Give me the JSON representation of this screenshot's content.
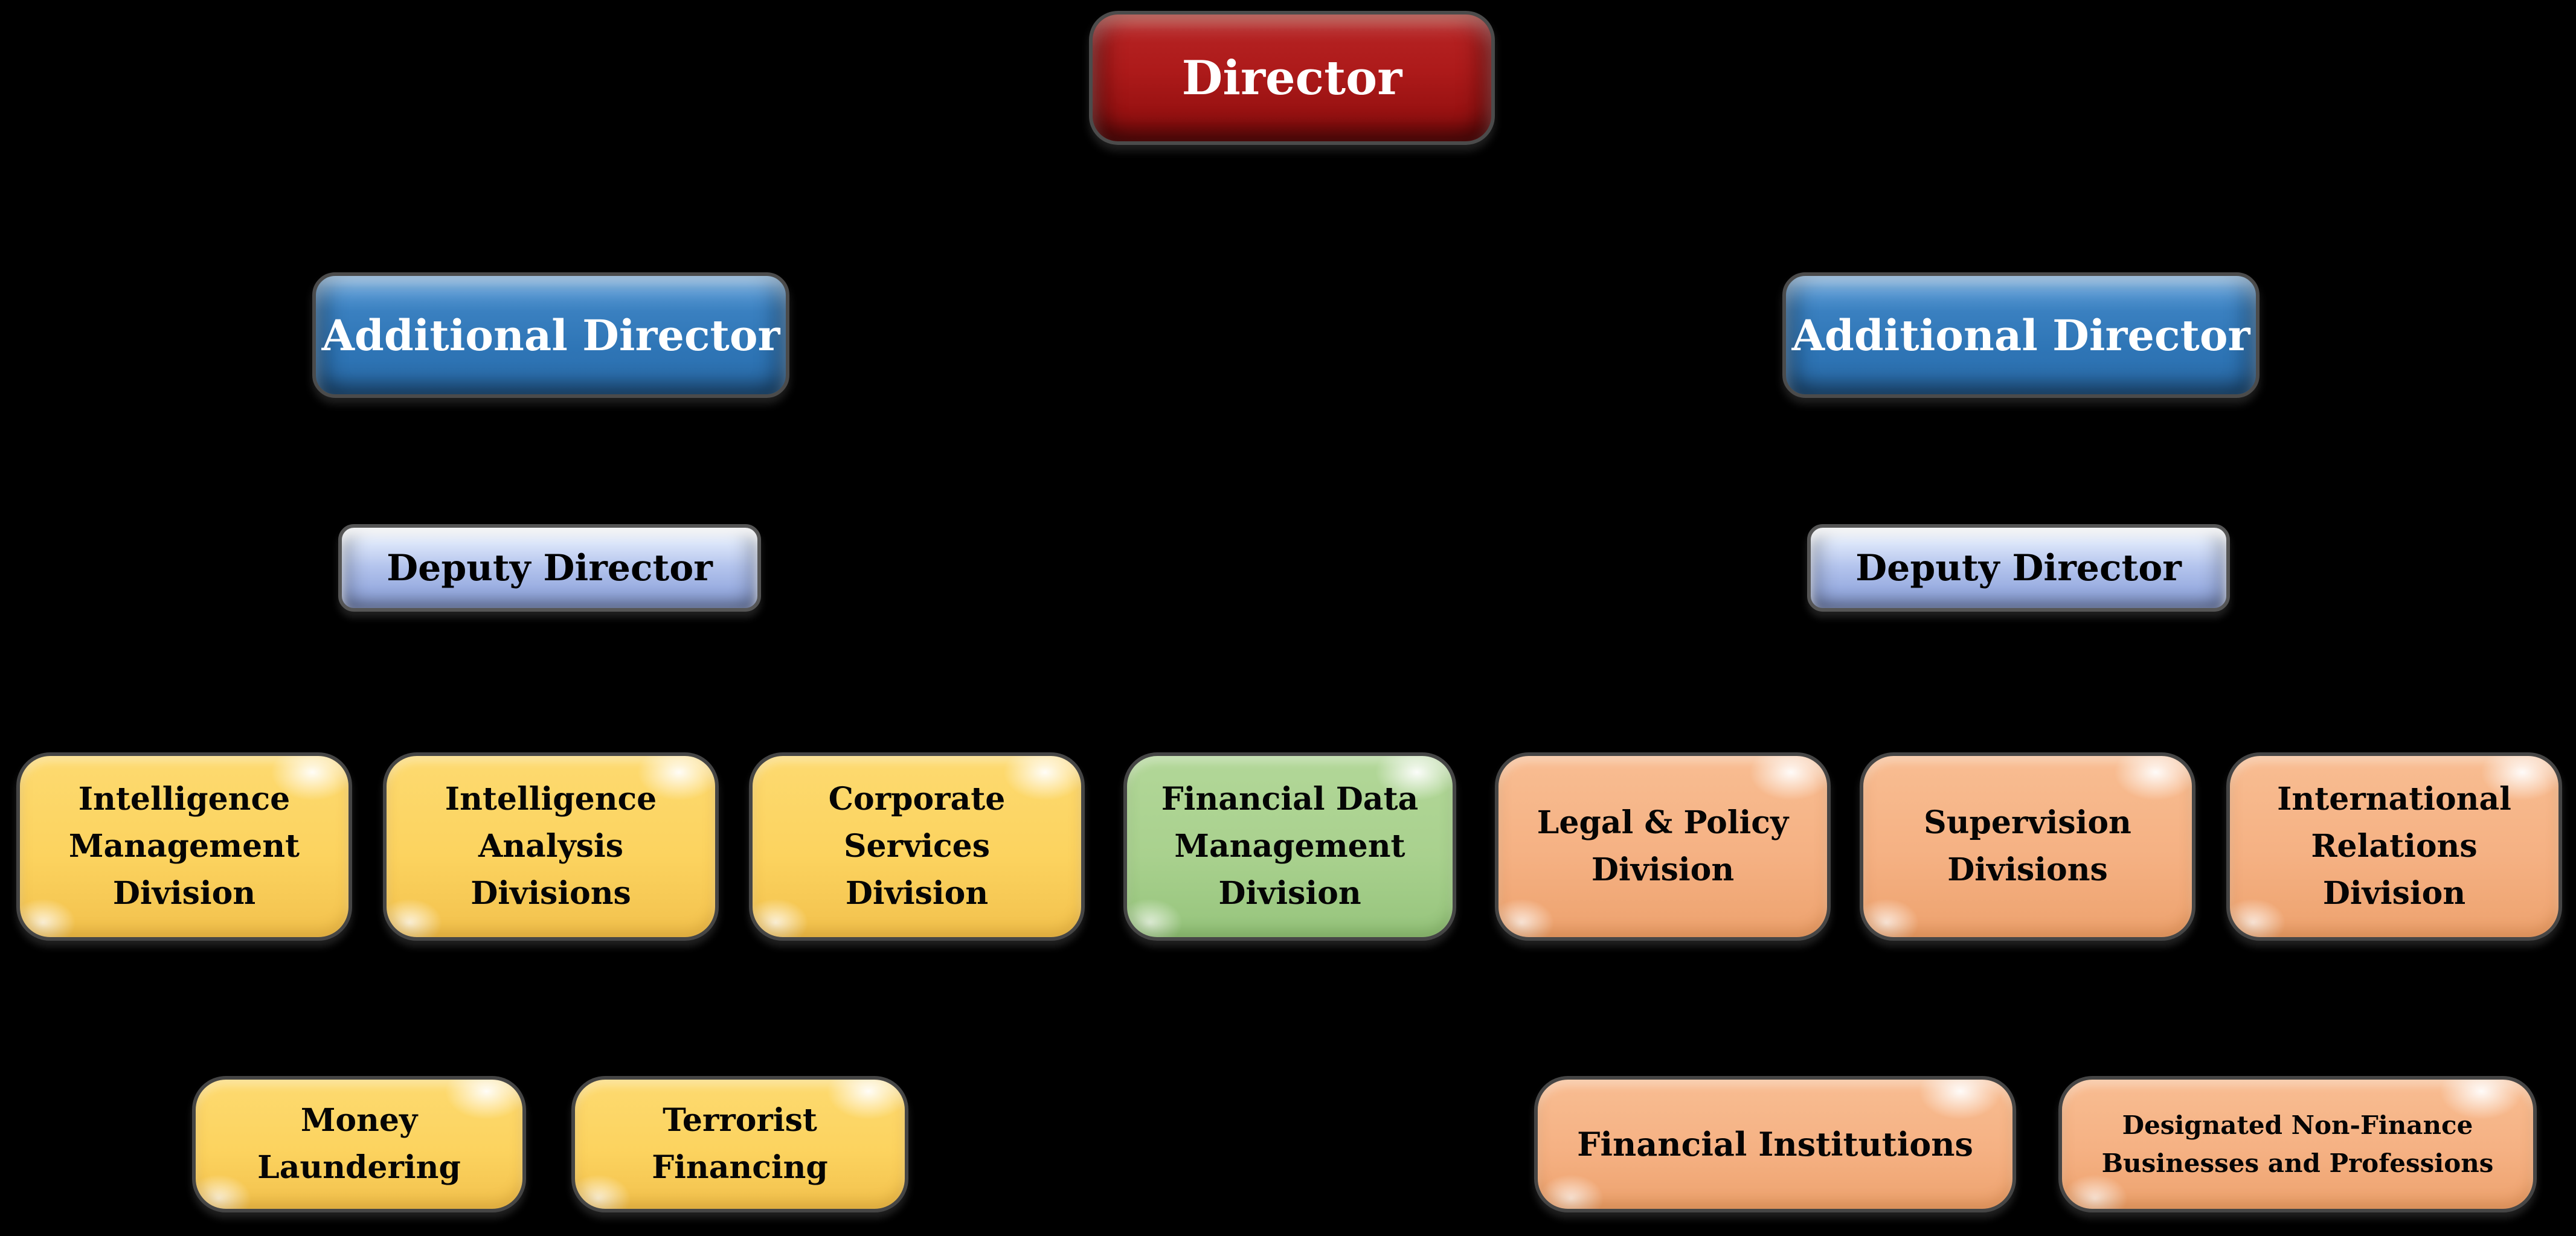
{
  "diagram": {
    "type": "org-chart",
    "background": "#000000",
    "palette": {
      "director_red": "#ad1a1a",
      "additional_director_blue": "#2e75b6",
      "deputy_director_periwinkle": "#98ace0",
      "division_yellow": "#fcd35f",
      "division_green": "#a9d18e",
      "division_orange": "#f5b183",
      "box_border": "#4b4b4b",
      "text_on_dark": "#ffffff",
      "text_on_light": "#000000"
    },
    "nodes": {
      "director": {
        "label": "Director",
        "level": 1,
        "color": "red"
      },
      "additional_director_left": {
        "label": "Additional Director",
        "level": 2,
        "color": "blue"
      },
      "additional_director_right": {
        "label": "Additional Director",
        "level": 2,
        "color": "blue"
      },
      "deputy_director_left": {
        "label": "Deputy Director",
        "level": 3,
        "color": "periwinkle"
      },
      "deputy_director_right": {
        "label": "Deputy Director",
        "level": 3,
        "color": "periwinkle"
      },
      "intelligence_management": {
        "label": "Intelligence\nManagement\nDivision",
        "level": 4,
        "color": "yellow"
      },
      "intelligence_analysis": {
        "label": "Intelligence\nAnalysis\nDivisions",
        "level": 4,
        "color": "yellow"
      },
      "corporate_services": {
        "label": "Corporate\nServices\nDivision",
        "level": 4,
        "color": "yellow"
      },
      "financial_data_management": {
        "label": "Financial Data\nManagement\nDivision",
        "level": 4,
        "color": "green"
      },
      "legal_policy": {
        "label": "Legal & Policy\nDivision",
        "level": 4,
        "color": "orange"
      },
      "supervision": {
        "label": "Supervision\nDivisions",
        "level": 4,
        "color": "orange"
      },
      "international_relations": {
        "label": "International\nRelations\nDivision",
        "level": 4,
        "color": "orange"
      },
      "money_laundering": {
        "label": "Money\nLaundering",
        "level": 5,
        "color": "yellow"
      },
      "terrorist_financing": {
        "label": "Terrorist\nFinancing",
        "level": 5,
        "color": "yellow"
      },
      "financial_institutions": {
        "label": "Financial Institutions",
        "level": 5,
        "color": "orange"
      },
      "dnfbp": {
        "label": "Designated Non-Finance\nBusinesses and Professions",
        "level": 5,
        "color": "orange"
      }
    }
  }
}
